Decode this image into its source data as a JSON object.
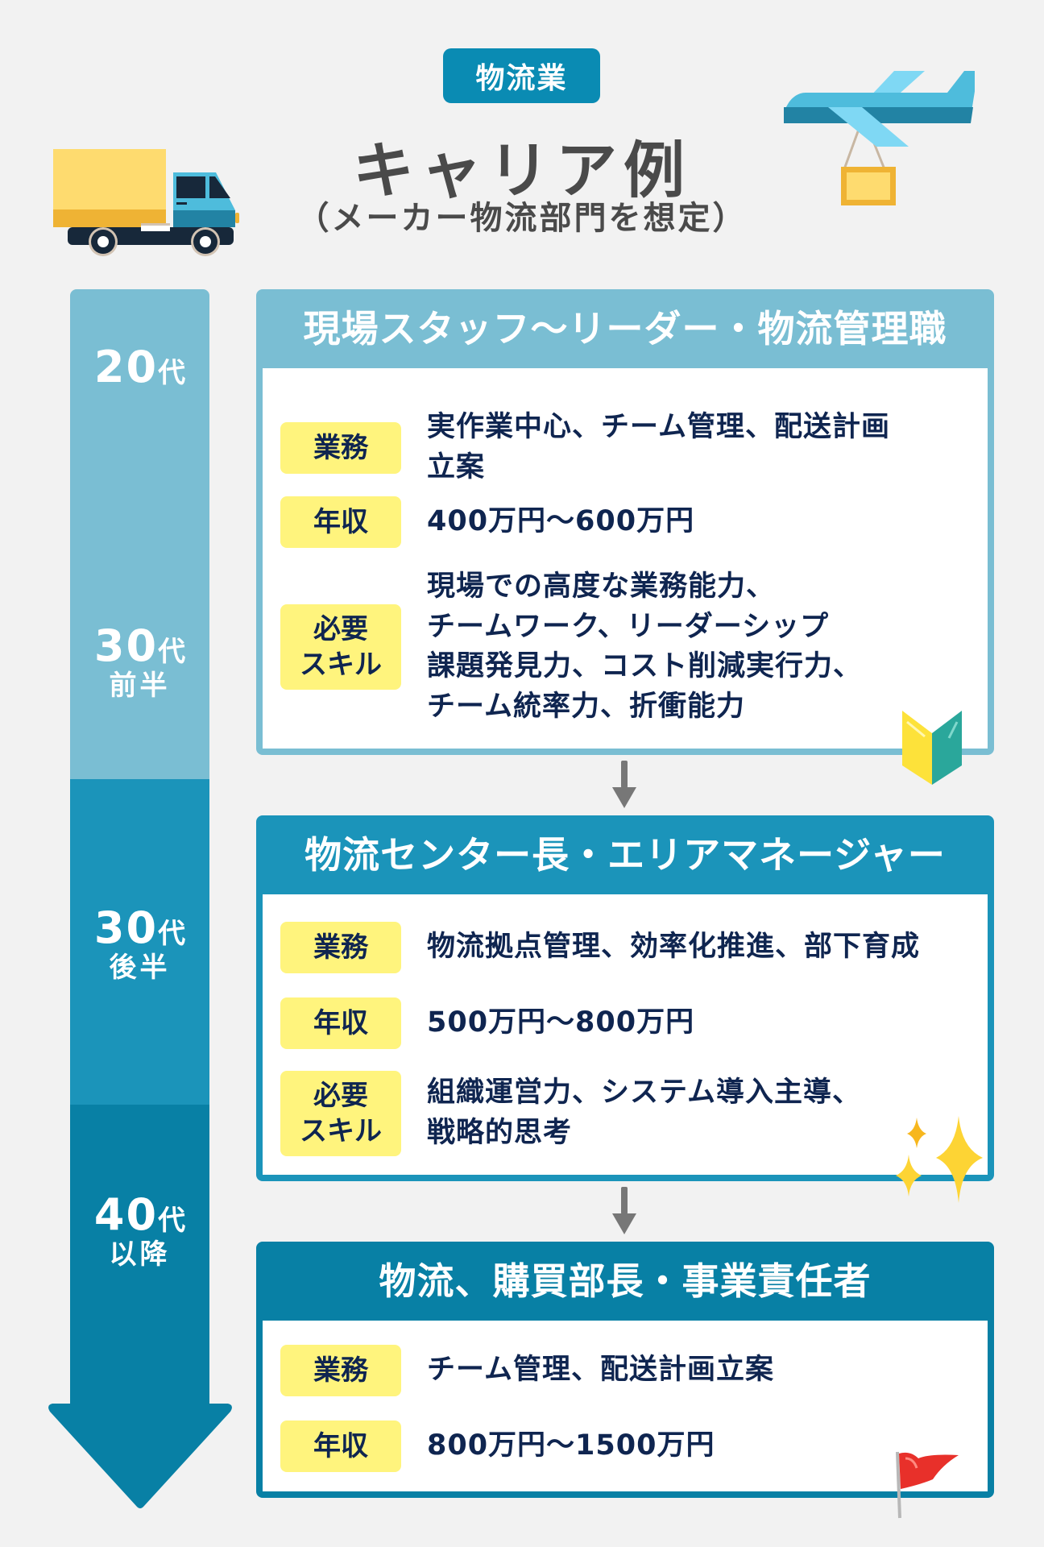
{
  "header": {
    "industry_badge": "物流業",
    "title": "キャリア例",
    "subtitle": "（メーカー物流部門を想定）"
  },
  "timeline": {
    "stages": [
      {
        "age": "20",
        "unit": "代",
        "sub": ""
      },
      {
        "age": "30",
        "unit": "代",
        "sub": "前半"
      },
      {
        "age": "30",
        "unit": "代",
        "sub": "後半"
      },
      {
        "age": "40",
        "unit": "代",
        "sub": "以降"
      }
    ],
    "colors": [
      "#7abed3",
      "#1b94ba",
      "#0880a5"
    ]
  },
  "labels": {
    "duties": "業務",
    "salary": "年収",
    "skills_line1": "必要",
    "skills_line2": "スキル"
  },
  "cards": [
    {
      "title": "現場スタッフ〜リーダー・物流管理職",
      "color": "#7abed3",
      "duties_lines": [
        "実作業中心、チーム管理、配送計画",
        "立案"
      ],
      "salary": "400万円〜600万円",
      "skills_lines": [
        "現場での高度な業務能力、",
        "チームワーク、リーダーシップ",
        "課題発見力、コスト削減実行力、",
        "チーム統率力、折衝能力"
      ],
      "icon": "beginner-mark-icon"
    },
    {
      "title": "物流センター長・エリアマネージャー",
      "color": "#1b94ba",
      "duties_lines": [
        "物流拠点管理、効率化推進、部下育成"
      ],
      "salary": "500万円〜800万円",
      "skills_lines": [
        "組織運営力、システム導入主導、",
        "戦略的思考"
      ],
      "icon": "sparkles-icon"
    },
    {
      "title": "物流、購買部長・事業責任者",
      "color": "#0880a5",
      "duties_lines": [
        "チーム管理、配送計画立案"
      ],
      "salary": "800万円〜1500万円",
      "icon": "red-flag-icon"
    }
  ],
  "colors": {
    "background": "#f2f2f2",
    "badge": "#0a8bb3",
    "label_bg": "#fff47d",
    "text": "#0f2550",
    "title_text": "#4a4a4a",
    "flow_arrow": "#777777"
  }
}
